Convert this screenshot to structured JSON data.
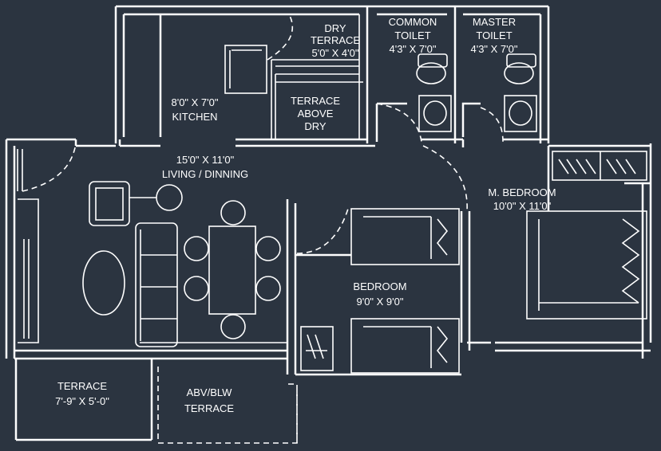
{
  "colors": {
    "background": "#2b3440",
    "line": "#ffffff"
  },
  "rooms": {
    "dry_terrace": {
      "name": "DRY\nTERRACE",
      "size": "5'0\" X 4'0\""
    },
    "common_toilet": {
      "name": "COMMON\nTOILET",
      "size": "4'3\" X 7'0\""
    },
    "master_toilet": {
      "name": "MASTER\nTOILET",
      "size": "4'3\" X 7'0\""
    },
    "kitchen": {
      "size": "8'0\" X 7'0\"",
      "name": "KITCHEN"
    },
    "terrace_above_dry": {
      "name": "TERRACE\nABOVE\nDRY"
    },
    "living": {
      "size": "15'0\" X 11'0\"",
      "name": "LIVING / DINNING"
    },
    "master_bedroom": {
      "name": "M. BEDROOM",
      "size": "10'0\" X 11'0\""
    },
    "bedroom": {
      "name": "BEDROOM",
      "size": "9'0\" X 9'0\""
    },
    "terrace": {
      "name": "TERRACE",
      "size": "7'-9\" X 5'-0\""
    },
    "abv_blw_terrace": {
      "name": "ABV/BLW\nTERRACE"
    }
  }
}
